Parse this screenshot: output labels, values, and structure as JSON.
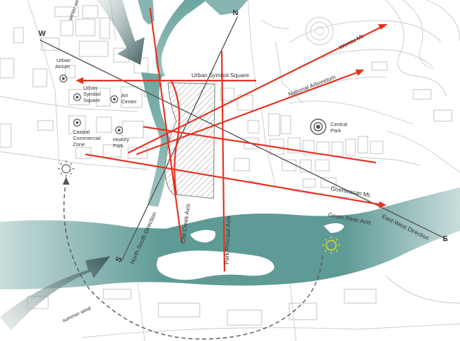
{
  "colors": {
    "river": "#5f9b96",
    "axis": "#e8301f",
    "direction_line": "#555555",
    "sun_winter": "#555555",
    "sun_summer": "#e4d829",
    "wind_arrow": "#3e5e5e"
  },
  "directions": {
    "west": "W",
    "north": "N",
    "east": "E",
    "south": "S"
  },
  "landmarks": {
    "urban_atrium": [
      "Urban",
      "Atrium"
    ],
    "urban_symbol_square": [
      "Urban",
      "Symbol",
      "Square"
    ],
    "art_center": [
      "Art",
      "Center"
    ],
    "central_commercial_zone": [
      "Central",
      "Commercial",
      "Zone"
    ],
    "history_park": [
      "History",
      "Park"
    ],
    "central_park": [
      "Central",
      "Park"
    ]
  },
  "axes": {
    "urban_symbol_square": "Urban Symbol Square",
    "wonsu_mt": "Wonsu Mt.",
    "national_arboretum": "National Arboretum",
    "goehwasan_mt": "Goehwasan Mt.",
    "geum_river_axis": "Geum River Axis",
    "che_creek_axis": "Che Creek Axis",
    "park_principal_axis": "Park Principal Axis",
    "north_south_direction": "North-South Direction",
    "east_west_direction": "East-West Direction"
  },
  "wind": {
    "winter": "winter wind",
    "summer": "summer wind"
  },
  "icons": {
    "landmark": "target-circle-icon",
    "sun_winter": "sun-icon",
    "sun_summer": "sun-icon",
    "wind": "wind-arrow-icon"
  }
}
